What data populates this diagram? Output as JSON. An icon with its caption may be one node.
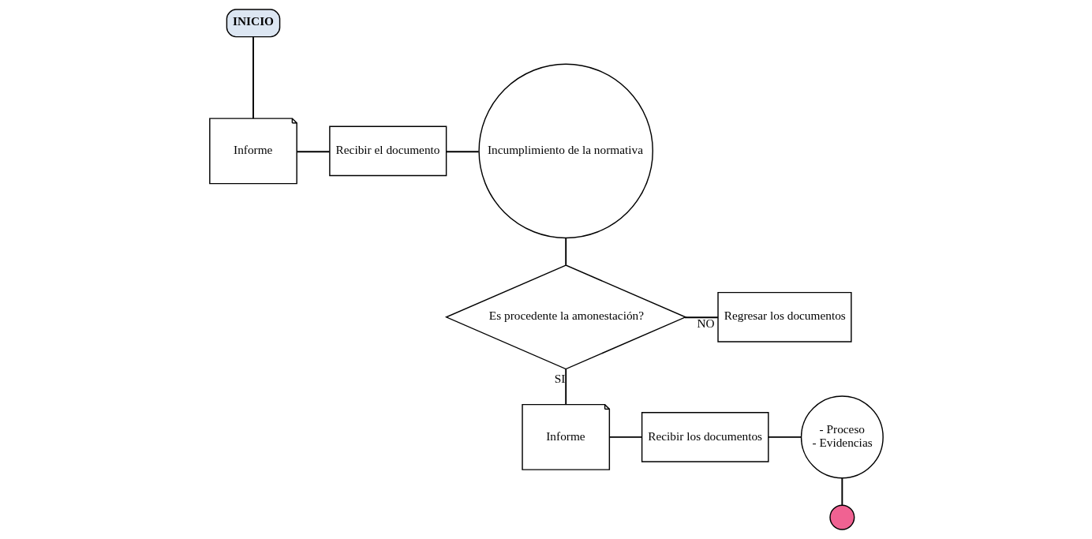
{
  "diagram": {
    "nodes": [
      {
        "text": [
          "INICIO"
        ]
      },
      {
        "text": [
          "Informe"
        ]
      },
      {
        "text": [
          "Recibir el documento"
        ]
      },
      {
        "text": [
          "Incumplimiento de la normativa"
        ]
      },
      {
        "text": [
          "Es procedente la amonestación?"
        ]
      },
      {
        "text": [
          "Regresar los documentos"
        ]
      },
      {
        "text": [
          "Informe"
        ]
      },
      {
        "text": [
          "Recibir los documentos"
        ]
      },
      {
        "text": [
          "- Proceso",
          "- Evidencias"
        ]
      },
      {
        "text": [],
        "shape": "circle"
      }
    ],
    "edges": [
      {
        "from": 0,
        "to": 1,
        "arrow": "none"
      },
      {
        "from": 1,
        "to": 2,
        "arrow": "none"
      },
      {
        "from": 2,
        "to": 3,
        "arrow": "none"
      },
      {
        "from": 3,
        "to": 4,
        "arrow": "none"
      },
      {
        "from": 4,
        "to": 5,
        "arrow": "none",
        "label": "NO"
      },
      {
        "from": 4,
        "to": 6,
        "arrow": "none",
        "label": "SI"
      },
      {
        "from": 6,
        "to": 7,
        "arrow": "none"
      },
      {
        "from": 7,
        "to": 8,
        "arrow": "none"
      },
      {
        "from": 8,
        "to": 9,
        "arrow": "none"
      }
    ]
  }
}
